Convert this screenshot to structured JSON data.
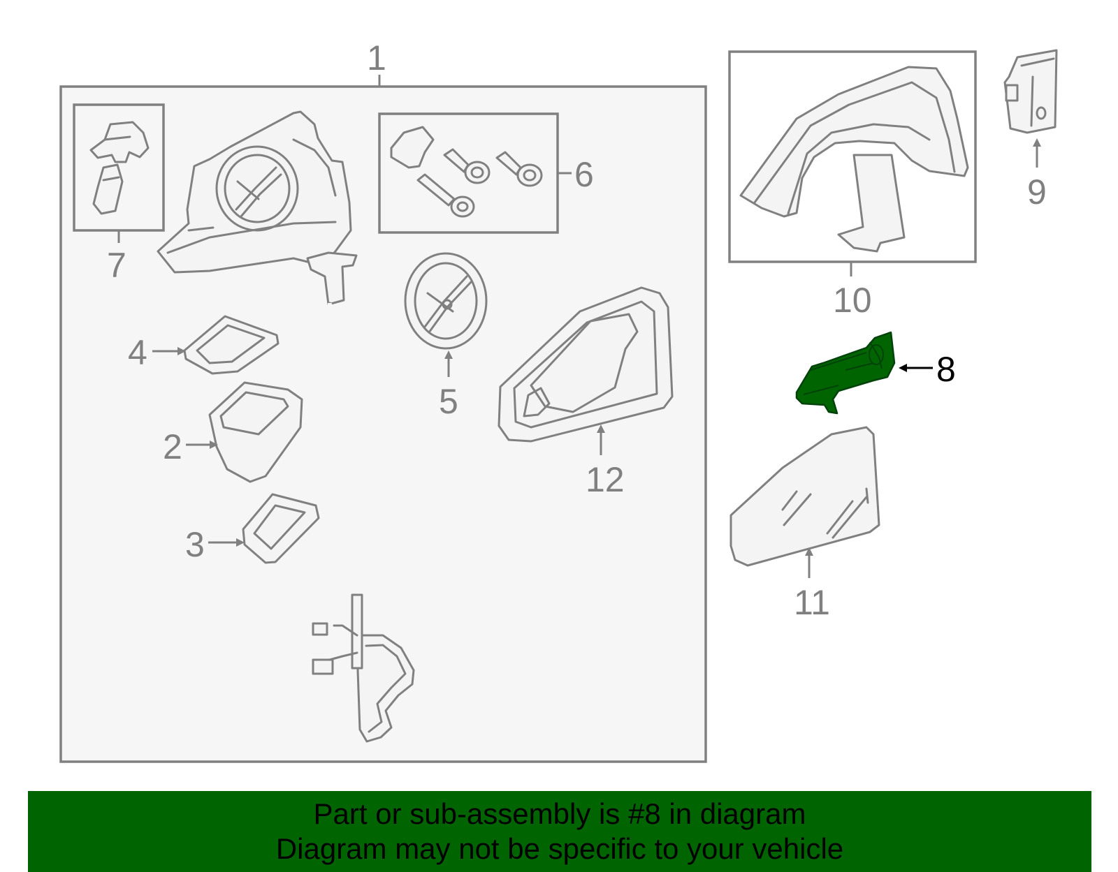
{
  "callouts": {
    "c1": "1",
    "c2": "2",
    "c3": "3",
    "c4": "4",
    "c5": "5",
    "c6": "6",
    "c7": "7",
    "c8": "8",
    "c9": "9",
    "c10": "10",
    "c11": "11",
    "c12": "12"
  },
  "highlight": {
    "part_number": "8",
    "color": "#006400"
  },
  "banner": {
    "line1": "Part or sub-assembly is #8 in diagram",
    "line2": "Diagram may not be specific to your vehicle",
    "background": "#006400"
  }
}
